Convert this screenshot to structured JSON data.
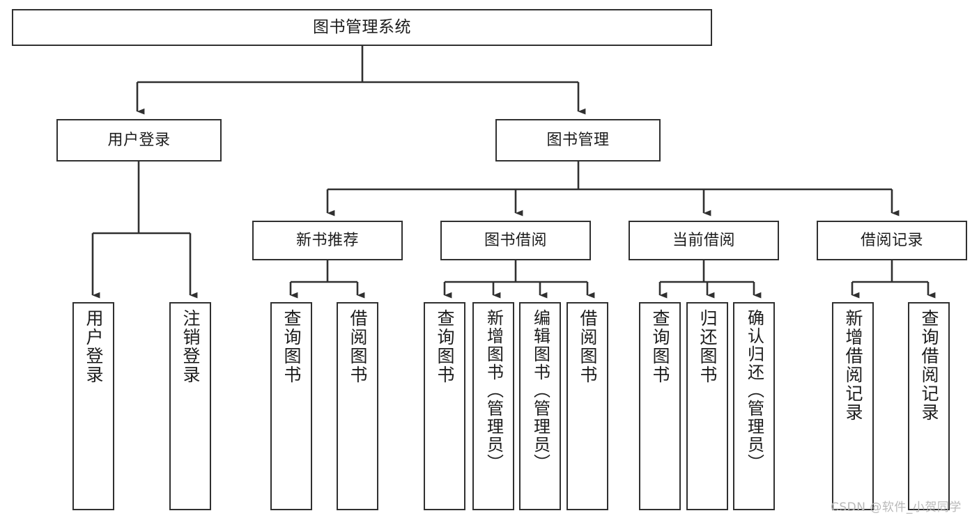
{
  "diagram": {
    "type": "tree",
    "title": "图书管理系统",
    "orientation": "top-down",
    "connector_style": "orthogonal-arrow",
    "colors": {
      "box_border": "#303030",
      "box_fill": "#ffffff",
      "line": "#303030",
      "text": "#1c1c1c",
      "watermark": "#b9b9b9",
      "background": "#ffffff"
    }
  },
  "nodes": {
    "root": {
      "label": "图书管理系统"
    },
    "level2": [
      {
        "id": "user-login",
        "label": "用户登录"
      },
      {
        "id": "book-management",
        "label": "图书管理"
      }
    ],
    "level3": [
      {
        "id": "new-book-recommend",
        "label": "新书推荐"
      },
      {
        "id": "book-borrow",
        "label": "图书借阅"
      },
      {
        "id": "current-borrow",
        "label": "当前借阅"
      },
      {
        "id": "borrow-record",
        "label": "借阅记录"
      }
    ],
    "leaves": {
      "user_login": [
        {
          "id": "leaf-user-login",
          "label": "用户登录"
        },
        {
          "id": "leaf-logout-login",
          "label": "注销登录"
        }
      ],
      "new_book_recommend": [
        {
          "id": "leaf-query-book-1",
          "label": "查询图书"
        },
        {
          "id": "leaf-borrow-book-1",
          "label": "借阅图书"
        }
      ],
      "book_borrow": [
        {
          "id": "leaf-query-book-2",
          "label": "查询图书"
        },
        {
          "id": "leaf-add-book",
          "label": "新增图书（管理员）"
        },
        {
          "id": "leaf-edit-book",
          "label": "编辑图书（管理员）"
        },
        {
          "id": "leaf-borrow-book-2",
          "label": "借阅图书"
        }
      ],
      "current_borrow": [
        {
          "id": "leaf-query-book-3",
          "label": "查询图书"
        },
        {
          "id": "leaf-return-book",
          "label": "归还图书"
        },
        {
          "id": "leaf-confirm-return",
          "label": "确认归还（管理员）"
        }
      ],
      "borrow_record": [
        {
          "id": "leaf-add-record",
          "label": "新增借阅记录"
        },
        {
          "id": "leaf-query-record",
          "label": "查询借阅记录"
        }
      ]
    }
  },
  "watermark": {
    "text": "CSDN @软件_小贺同学"
  }
}
